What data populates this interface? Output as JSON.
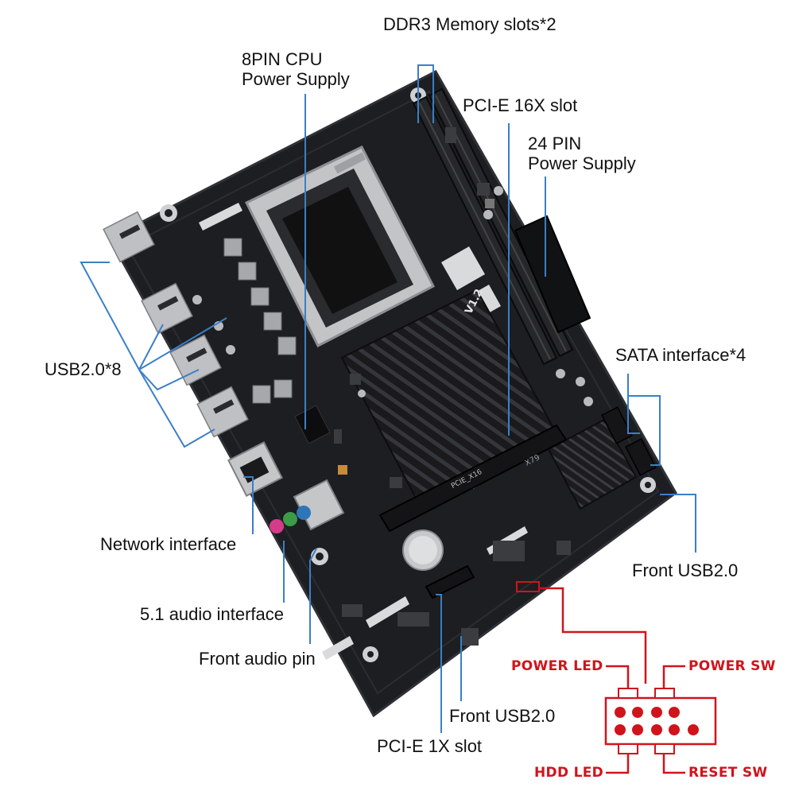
{
  "labels": {
    "ddr3": "DDR3 Memory slots*2",
    "cpu_power_line1": "8PIN CPU",
    "cpu_power_line2": "Power Supply",
    "pcie16": "PCI-E 16X slot",
    "power24_line1": "24 PIN",
    "power24_line2": "Power Supply",
    "usb": "USB2.0*8",
    "sata": "SATA interface*4",
    "network": "Network interface",
    "front_usb_right": "Front USB2.0",
    "audio51": "5.1 audio interface",
    "front_audio": "Front audio pin",
    "front_usb_bottom": "Front USB2.0",
    "pcie1": "PCI-E 1X slot"
  },
  "front_panel": {
    "power_led": "POWER LED",
    "power_sw": "POWER SW",
    "hdd_led": "HDD LED",
    "reset_sw": "RESET SW"
  },
  "board": {
    "model": "X79",
    "pcie_label": "PCIE_X16",
    "version": "V1.2"
  },
  "colors": {
    "leader_line": "#3a7fc8",
    "panel_red": "#d0141c",
    "board": "#1d1e21"
  }
}
